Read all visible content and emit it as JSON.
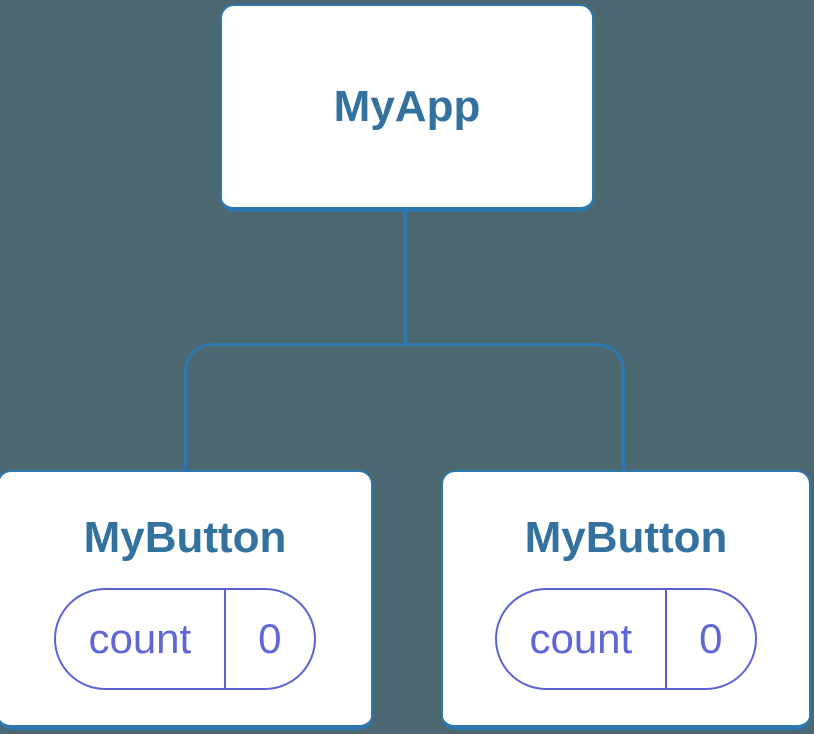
{
  "diagram": {
    "description": "React component tree diagram: parent component with two child components each holding local state",
    "root": {
      "label": "MyApp"
    },
    "children": [
      {
        "label": "MyButton",
        "state": {
          "name": "count",
          "value": "0"
        }
      },
      {
        "label": "MyButton",
        "state": {
          "name": "count",
          "value": "0"
        }
      }
    ]
  },
  "colors": {
    "background": "#4B6770",
    "node_background": "#FFFFFF",
    "tree_line_blue": "#2E76AE",
    "node_label_blue": "#33719E",
    "state_pill_border_purple": "#5C62D4",
    "state_text_purple": "#6166D6"
  }
}
